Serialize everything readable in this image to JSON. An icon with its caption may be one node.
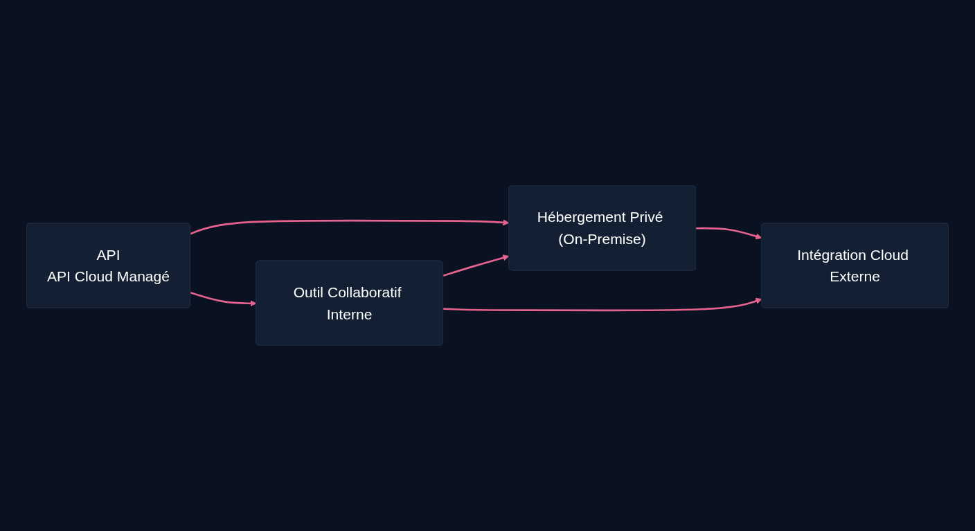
{
  "diagram": {
    "nodes": [
      {
        "text": [
          "API",
          "API Cloud Managé"
        ]
      },
      {
        "text": [
          "Hébergement Privé (On-Premise)"
        ]
      },
      {
        "text": [
          "Outil Collaboratif Interne"
        ]
      },
      {
        "text": [
          "Intégration Cloud Externe"
        ]
      }
    ],
    "edges": [
      {
        "from": 0,
        "to": 1,
        "arrow": "to"
      },
      {
        "from": 0,
        "to": 2,
        "arrow": "to"
      },
      {
        "from": 2,
        "to": 1,
        "arrow": "to"
      },
      {
        "from": 1,
        "to": 3,
        "arrow": "to"
      },
      {
        "from": 2,
        "to": 3,
        "arrow": "to"
      }
    ]
  }
}
